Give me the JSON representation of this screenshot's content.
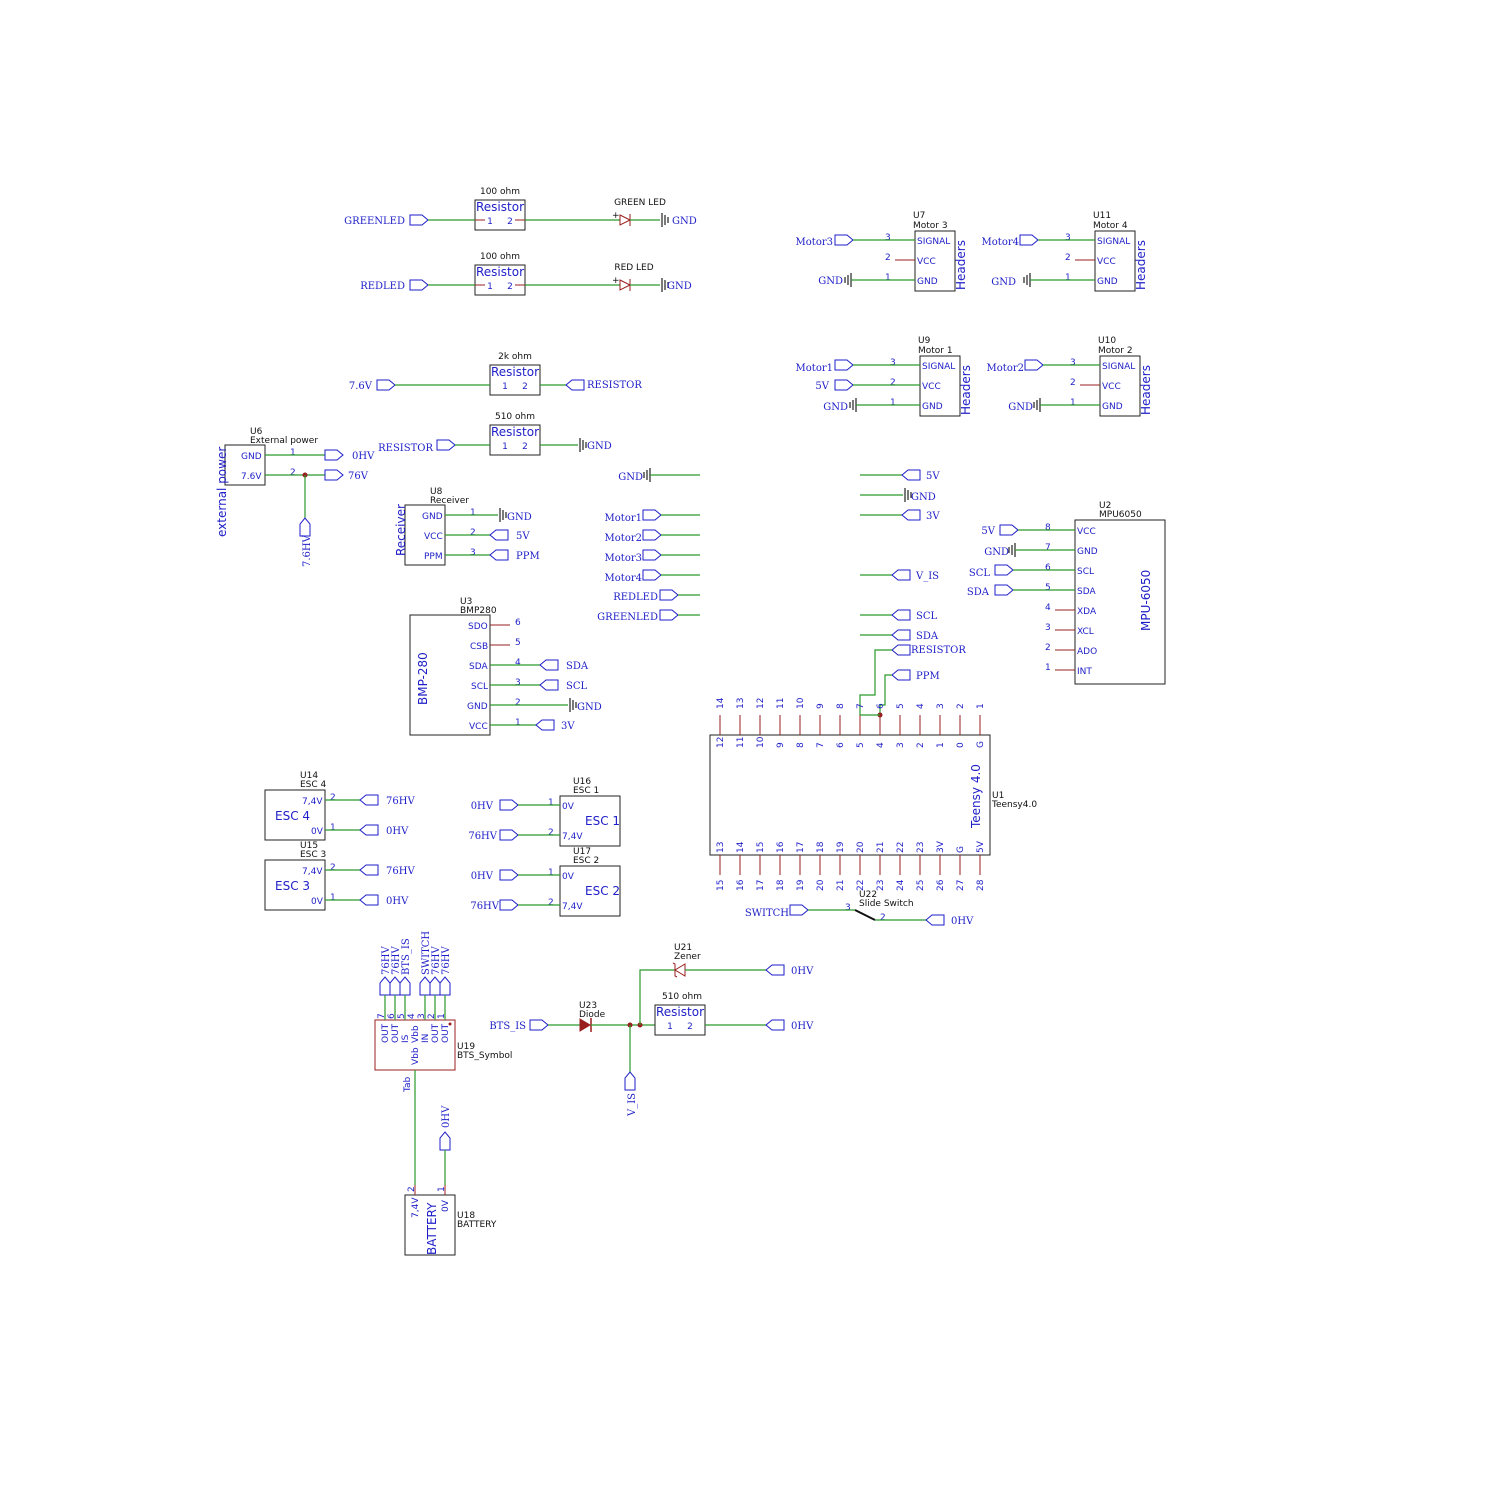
{
  "resistors": {
    "r1": {
      "value": "100 ohm",
      "title": "Resistor",
      "p1": "1",
      "p2": "2"
    },
    "r2": {
      "value": "100 ohm",
      "title": "Resistor",
      "p1": "1",
      "p2": "2"
    },
    "r3": {
      "value": "2k ohm",
      "title": "Resistor",
      "p1": "1",
      "p2": "2"
    },
    "r4": {
      "value": "510 ohm",
      "title": "Resistor",
      "p1": "1",
      "p2": "2"
    },
    "r5": {
      "value": "510 ohm",
      "title": "Resistor",
      "p1": "1",
      "p2": "2"
    }
  },
  "leds": {
    "green": "GREEN LED",
    "red": "RED LED",
    "plus": "+"
  },
  "nets": {
    "greenled": "GREENLED",
    "redled": "REDLED",
    "gnd": "GND",
    "v76": "7.6V",
    "resistor": "RESISTOR",
    "ohv": "0HV",
    "v76hv": "76HV",
    "v76b": "76V",
    "v7_6hv": "7.6HV",
    "v5": "5V",
    "v3": "3V",
    "ppm": "PPM",
    "sda": "SDA",
    "scl": "SCL",
    "motor1": "Motor1",
    "motor2": "Motor2",
    "motor3": "Motor3",
    "motor4": "Motor4",
    "v_is": "V_IS",
    "switch": "SWITCH",
    "bts_is": "BTS_IS"
  },
  "motors": {
    "m3": {
      "ref": "U7",
      "desc": "Motor 3"
    },
    "m4": {
      "ref": "U11",
      "desc": "Motor 4"
    },
    "m1": {
      "ref": "U9",
      "desc": "Motor 1"
    },
    "m2": {
      "ref": "U10",
      "desc": "Motor 2"
    },
    "side": "Headers",
    "pins": {
      "signal": "SIGNAL",
      "vcc": "VCC",
      "gnd": "GND"
    },
    "nums": {
      "n3": "3",
      "n2": "2",
      "n1": "1"
    }
  },
  "ext": {
    "ref": "U6",
    "desc": "External power",
    "side": "external power",
    "gnd": "GND",
    "v": "7.6V",
    "n1": "1",
    "n2": "2"
  },
  "receiver": {
    "ref": "U8",
    "desc": "Receiver",
    "side": "Receiver",
    "gnd": "GND",
    "vcc": "VCC",
    "ppm": "PPM",
    "n1": "1",
    "n2": "2",
    "n3": "3"
  },
  "bmp": {
    "ref": "U3",
    "desc": "BMP280",
    "side": "BMP-280",
    "pins": [
      {
        "name": "SDO",
        "num": "6"
      },
      {
        "name": "CSB",
        "num": "5"
      },
      {
        "name": "SDA",
        "num": "4"
      },
      {
        "name": "SCL",
        "num": "3"
      },
      {
        "name": "GND",
        "num": "2"
      },
      {
        "name": "VCC",
        "num": "1"
      }
    ]
  },
  "mpu": {
    "ref": "U2",
    "desc": "MPU6050",
    "side": "MPU-6050",
    "pins": [
      {
        "name": "VCC",
        "num": "8"
      },
      {
        "name": "GND",
        "num": "7"
      },
      {
        "name": "SCL",
        "num": "6"
      },
      {
        "name": "SDA",
        "num": "5"
      },
      {
        "name": "XDA",
        "num": "4"
      },
      {
        "name": "XCL",
        "num": "3"
      },
      {
        "name": "ADO",
        "num": "2"
      },
      {
        "name": "INT",
        "num": "1"
      }
    ]
  },
  "teensy": {
    "ref": "U1",
    "desc": "Teensy4.0",
    "side": "Teensy 4.0",
    "top_nums": [
      "14",
      "13",
      "12",
      "11",
      "10",
      "9",
      "8",
      "7",
      "6",
      "5",
      "4",
      "3",
      "2",
      "1"
    ],
    "top_names": [
      "12",
      "11",
      "10",
      "9",
      "8",
      "7",
      "6",
      "5",
      "4",
      "3",
      "2",
      "1",
      "0",
      "G"
    ],
    "bot_names": [
      "13",
      "14",
      "15",
      "16",
      "17",
      "18",
      "19",
      "20",
      "21",
      "22",
      "23",
      "3V",
      "G",
      "5V"
    ],
    "bot_nums": [
      "15",
      "16",
      "17",
      "18",
      "19",
      "20",
      "21",
      "22",
      "23",
      "24",
      "25",
      "26",
      "27",
      "28"
    ]
  },
  "escs": {
    "e4": {
      "ref": "U14",
      "desc": "ESC 4",
      "name": "ESC 4",
      "vplus": "7,4V",
      "vzero": "0V",
      "n2": "2",
      "n1": "1"
    },
    "e3": {
      "ref": "U15",
      "desc": "ESC 3",
      "name": "ESC 3",
      "vplus": "7,4V",
      "vzero": "0V",
      "n2": "2",
      "n1": "1"
    },
    "e1": {
      "ref": "U16",
      "desc": "ESC 1",
      "name": "ESC 1",
      "vplus": "7,4V",
      "vzero": "0V",
      "n2": "2",
      "n1": "1"
    },
    "e2": {
      "ref": "U17",
      "desc": "ESC 2",
      "name": "ESC 2",
      "vplus": "7,4V",
      "vzero": "0V",
      "n2": "2",
      "n1": "1"
    }
  },
  "switch": {
    "ref": "U22",
    "desc": "Slide Switch",
    "n3": "3",
    "n2": "2"
  },
  "zener": {
    "ref": "U21",
    "desc": "Zener"
  },
  "diode": {
    "ref": "U23",
    "desc": "Diode"
  },
  "bts": {
    "ref": "U19",
    "desc": "BTS_Symbol",
    "vbb": "Vbb",
    "tab": "Tab",
    "pins": [
      {
        "name": "OUT",
        "num": "7"
      },
      {
        "name": "OUT",
        "num": "6"
      },
      {
        "name": "IS",
        "num": "5"
      },
      {
        "name": "Vbb",
        "num": "4"
      },
      {
        "name": "IN",
        "num": "3"
      },
      {
        "name": "OUT",
        "num": "2"
      },
      {
        "name": "OUT",
        "num": "1"
      }
    ]
  },
  "battery": {
    "ref": "U18",
    "desc": "BATTERY",
    "name": "BATTERY",
    "vplus": "7,4V",
    "vzero": "0V",
    "n2": "2",
    "n1": "1"
  }
}
